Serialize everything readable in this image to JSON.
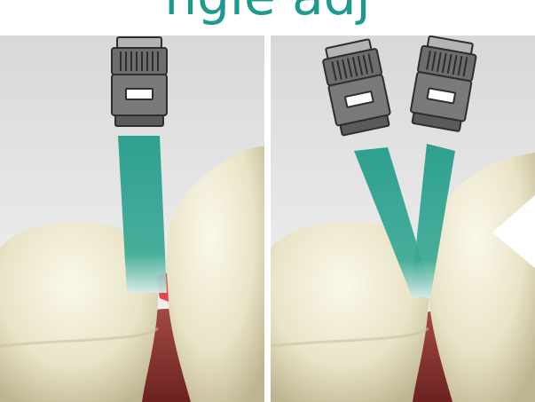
{
  "header": {
    "title_partial": "ngle adj"
  },
  "colors": {
    "title": "#1e9a8c",
    "beam_top": "#1f9a87",
    "beam_bottom": "#d6ebe8",
    "tooth": "#ece6cc",
    "tooth_shadow": "#c9c1a0",
    "gum": "#7b2a28",
    "gum_light": "#a24a44",
    "background_top": "#d9d9d9",
    "background_bottom": "#ffffff",
    "camera_body": "#6d6d70",
    "camera_dark": "#2e2e30",
    "contact_highlight": "#e0283a"
  },
  "icons": {
    "camera": "camera-lens-icon",
    "arrow": "chevron-left-icon"
  },
  "panels": [
    {
      "name": "single-camera",
      "camera_count": 1,
      "contact_highlight": true
    },
    {
      "name": "dual-camera",
      "camera_count": 2,
      "contact_highlight": false
    }
  ]
}
